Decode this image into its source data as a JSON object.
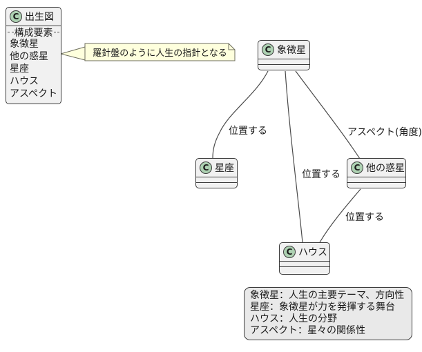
{
  "colors": {
    "class_fill": "#F1F1F1",
    "class_border": "#3C3C3C",
    "circle_fill": "#ADD1B2",
    "note_fill": "#FEFFDD",
    "legend_fill": "#E9E9E9",
    "edge": "#4A4A4A"
  },
  "classes": {
    "natal": {
      "icon": "C",
      "title": "出生図",
      "section": "構成要素",
      "attributes": [
        "象徴星",
        "他の惑星",
        "星座",
        "ハウス",
        "アスペクト"
      ]
    },
    "symbol": {
      "icon": "C",
      "title": "象徴星"
    },
    "sign": {
      "icon": "C",
      "title": "星座"
    },
    "planets": {
      "icon": "C",
      "title": "他の惑星"
    },
    "house": {
      "icon": "C",
      "title": "ハウス"
    }
  },
  "note": {
    "text": "羅針盤のように人生の指針となる"
  },
  "edge_labels": {
    "symbol_sign": "位置する",
    "symbol_house": "位置する",
    "symbol_planets": "アスペクト(角度)",
    "planets_house": "位置する"
  },
  "legend": {
    "lines": [
      "象徴星：人生の主要テーマ、方向性",
      "星座：象徴星が力を発揮する舞台",
      "ハウス：人生の分野",
      "アスペクト：星々の関係性"
    ]
  }
}
